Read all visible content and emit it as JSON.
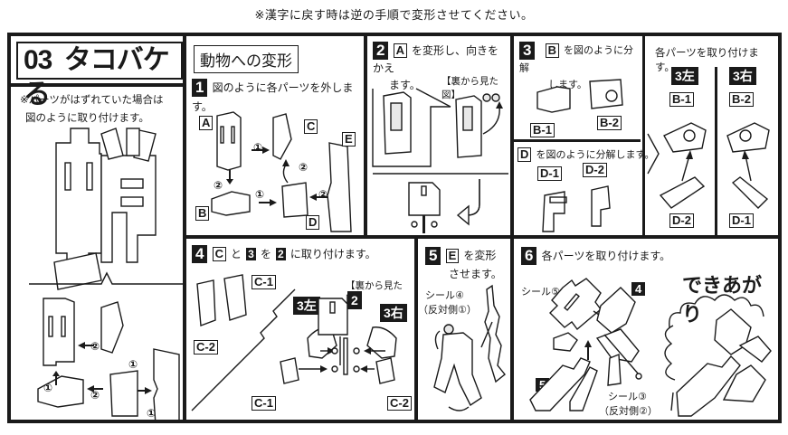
{
  "top_note": "※漢字に戻す時は逆の手順で変形させてください。",
  "title": {
    "number": "03",
    "name": "タコバケる"
  },
  "left_panel": {
    "note_line1": "※パーツがはずれていた場合は",
    "note_line2": "図のように取り付けます。",
    "circled_1": "①",
    "circled_2": "②"
  },
  "mode_label": "動物への変形",
  "steps": [
    {
      "number": "1",
      "text": "図のように各パーツを外します。",
      "parts": [
        "A",
        "B",
        "C",
        "D",
        "E"
      ],
      "circled_1": "①",
      "circled_2": "②"
    },
    {
      "number": "2",
      "part": "A",
      "text_line1": "を変形し、向きをかえ",
      "text_line2": "ます。",
      "view_note": "【裏から見た図】"
    },
    {
      "number": "3",
      "part_b": "B",
      "text_b_line1": "を図のように分解",
      "text_b_line2": "します。",
      "part_d": "D",
      "text_d": "を図のように分解します。",
      "parts": [
        "B-1",
        "B-2",
        "D-1",
        "D-2"
      ],
      "attach_text": "各パーツを取り付けます。",
      "left_label": "3左",
      "right_label": "3右",
      "left_parts": [
        "B-1",
        "D-2"
      ],
      "right_parts": [
        "B-2",
        "D-1"
      ]
    },
    {
      "number": "4",
      "part_c": "C",
      "badge_3": "3",
      "text_to": "と",
      "badge_2": "2",
      "text_wo": "を",
      "text_rest": "に取り付けます。",
      "view_note": "【裏から見た図】",
      "left_label": "3左",
      "right_label": "3右",
      "center_label": "2",
      "parts": [
        "C-1",
        "C-2"
      ]
    },
    {
      "number": "5",
      "part": "E",
      "text_line1": "を変形",
      "text_line2": "させます。",
      "sticker": "シール④",
      "sticker_note": "（反対側①）"
    },
    {
      "number": "6",
      "text": "各パーツを取り付けます。",
      "sticker_top": "シール⑤",
      "sticker_bottom": "シール③",
      "sticker_bottom_note": "（反対側②）",
      "label_4": "4",
      "label_5": "5",
      "complete_label": "できあがり"
    }
  ]
}
